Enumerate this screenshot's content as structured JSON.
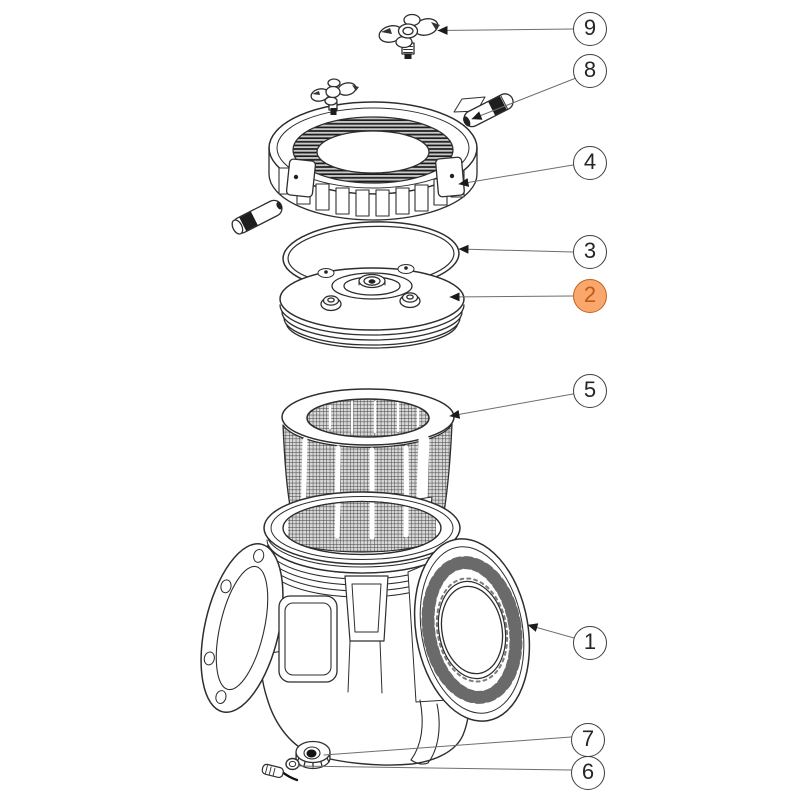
{
  "diagram": {
    "type": "exploded-parts-diagram",
    "background": "#ffffff",
    "line_color": "#2e2e2e"
  },
  "colors": {
    "callout_border": "#3f3f3f",
    "callout_fill": "#ffffff",
    "callout_text": "#262626",
    "highlight_border": "#c2611d",
    "highlight_fill": "#f9a76c",
    "highlight_text": "#c05a15",
    "leader_line": "#6e6e6e",
    "arrowhead": "#1a1a1a"
  },
  "callouts": [
    {
      "number": "9",
      "highlighted": false
    },
    {
      "number": "8",
      "highlighted": false
    },
    {
      "number": "4",
      "highlighted": false
    },
    {
      "number": "3",
      "highlighted": false
    },
    {
      "number": "2",
      "highlighted": true
    },
    {
      "number": "5",
      "highlighted": false
    },
    {
      "number": "1",
      "highlighted": false
    },
    {
      "number": "7",
      "highlighted": false
    },
    {
      "number": "6",
      "highlighted": false
    }
  ]
}
